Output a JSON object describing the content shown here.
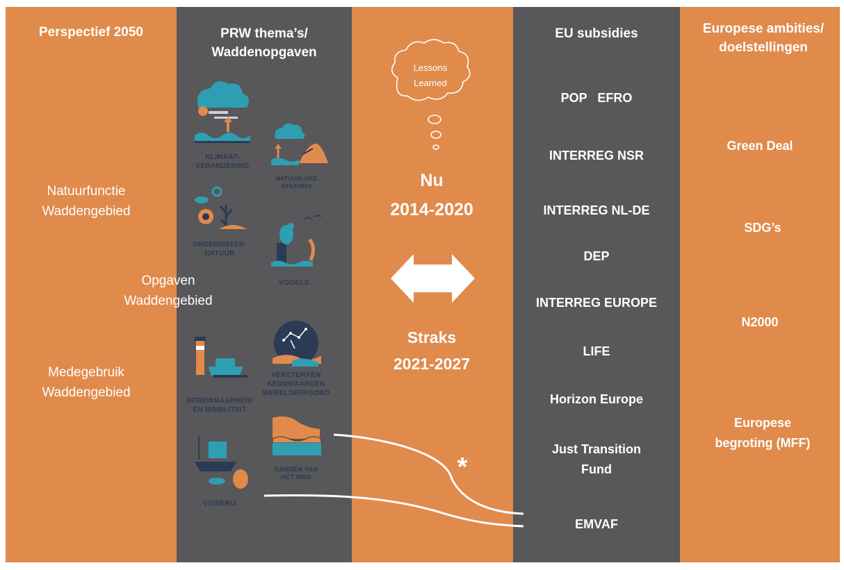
{
  "headers": {
    "col1": "Perspectief 2050",
    "col2_line1": "PRW thema’s/",
    "col2_line2": "Waddenopgaven",
    "col4": "EU subsidies",
    "col5_line1": "Europese ambities/",
    "col5_line2": "doelstellingen"
  },
  "perspectief": {
    "natuur_line1": "Natuurfunctie",
    "natuur_line2": "Waddengebied",
    "opgaven_line1": "Opgaven",
    "opgaven_line2": "Waddengebied",
    "medegebruik_line1": "Medegebruik",
    "medegebruik_line2": "Waddengebied"
  },
  "themes": {
    "klimaat_line1": "KLIMAAT-",
    "klimaat_line2": "VERANDERING",
    "natuurlijke_line1": "NATUURLIJKE",
    "natuurlijke_line2": "DYNAMIEK",
    "onderwater_line1": "ONDERWATER-",
    "onderwater_line2": "NATUUR",
    "vogels": "VOGELS",
    "bereik_line1": "BEREIKBAARHEID",
    "bereik_line2": "EN MOBILITEIT",
    "versterken_line1": "VERSTERKEN",
    "versterken_line2": "KERNWAARDEN",
    "versterken_line3": "WERELDERFGOED",
    "visserij": "VISSERIJ",
    "randen_line1": "RANDEN VAN",
    "randen_line2": "HET WAD"
  },
  "middle": {
    "cloud_line1": "Lessons",
    "cloud_line2": "Learned",
    "nu": "Nu",
    "nu_period": "2014-2020",
    "straks": "Straks",
    "straks_period": "2021-2027",
    "asterisk": "*"
  },
  "subsidies": [
    "POP   EFRO",
    "INTERREG NSR",
    "INTERREG NL-DE",
    "DEP",
    "INTERREG EUROPE",
    "LIFE",
    "Horizon Europe",
    "Just Transition",
    "Fund",
    "EMVAF"
  ],
  "ambities": [
    "Green Deal",
    "SDG’s",
    "N2000",
    "Europese",
    "begroting (MFF)"
  ],
  "colors": {
    "orange": "#E08A4C",
    "grey": "#58575A",
    "teal": "#2E9FB3",
    "navy": "#2B3A55"
  }
}
